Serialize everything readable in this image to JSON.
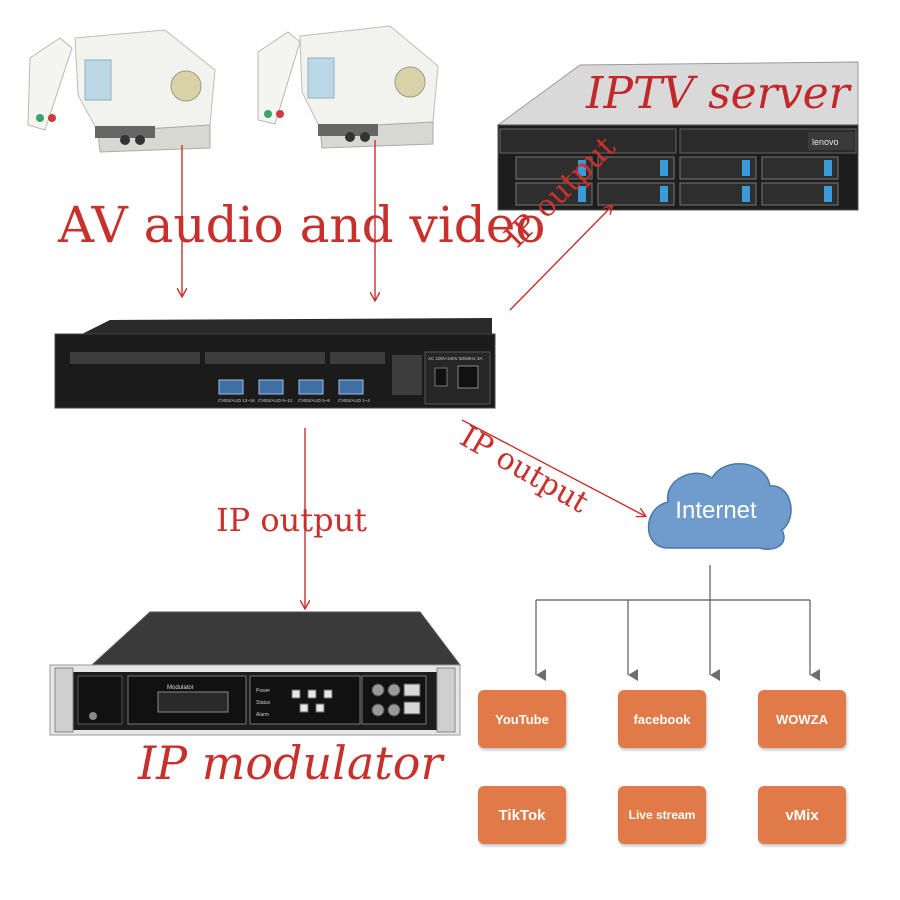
{
  "labels": {
    "av": "AV audio and video",
    "iptv_server": "IPTV server",
    "ip_output_server": "IP output",
    "ip_output_internet": "IP output",
    "ip_output_modulator": "IP output",
    "ip_modulator": "IP modulator"
  },
  "cloud": {
    "label": "Internet"
  },
  "services": [
    {
      "label": "YouTube"
    },
    {
      "label": "facebook"
    },
    {
      "label": "WOWZA"
    },
    {
      "label": "TikTok"
    },
    {
      "label": "Live stream"
    },
    {
      "label": "vMix"
    }
  ],
  "encoder": {
    "ports": [
      "CVBS/AUD 13~16",
      "CVBS/AUD 9~12",
      "CVBS/AUD 5~8",
      "CVBS/AUD 1~4"
    ],
    "power_text": "AC 100V-240V 50/60Hz 3A"
  },
  "server": {
    "brand": "lenovo"
  },
  "modulator": {
    "screen_label": "Modulator",
    "status_labels": [
      "Power",
      "Status",
      "Alarm"
    ]
  },
  "colors": {
    "arrow_red": "#c8302c",
    "cloud_blue": "#6f9bcd",
    "service_orange": "#e07a48",
    "tree_gray": "#707070"
  }
}
